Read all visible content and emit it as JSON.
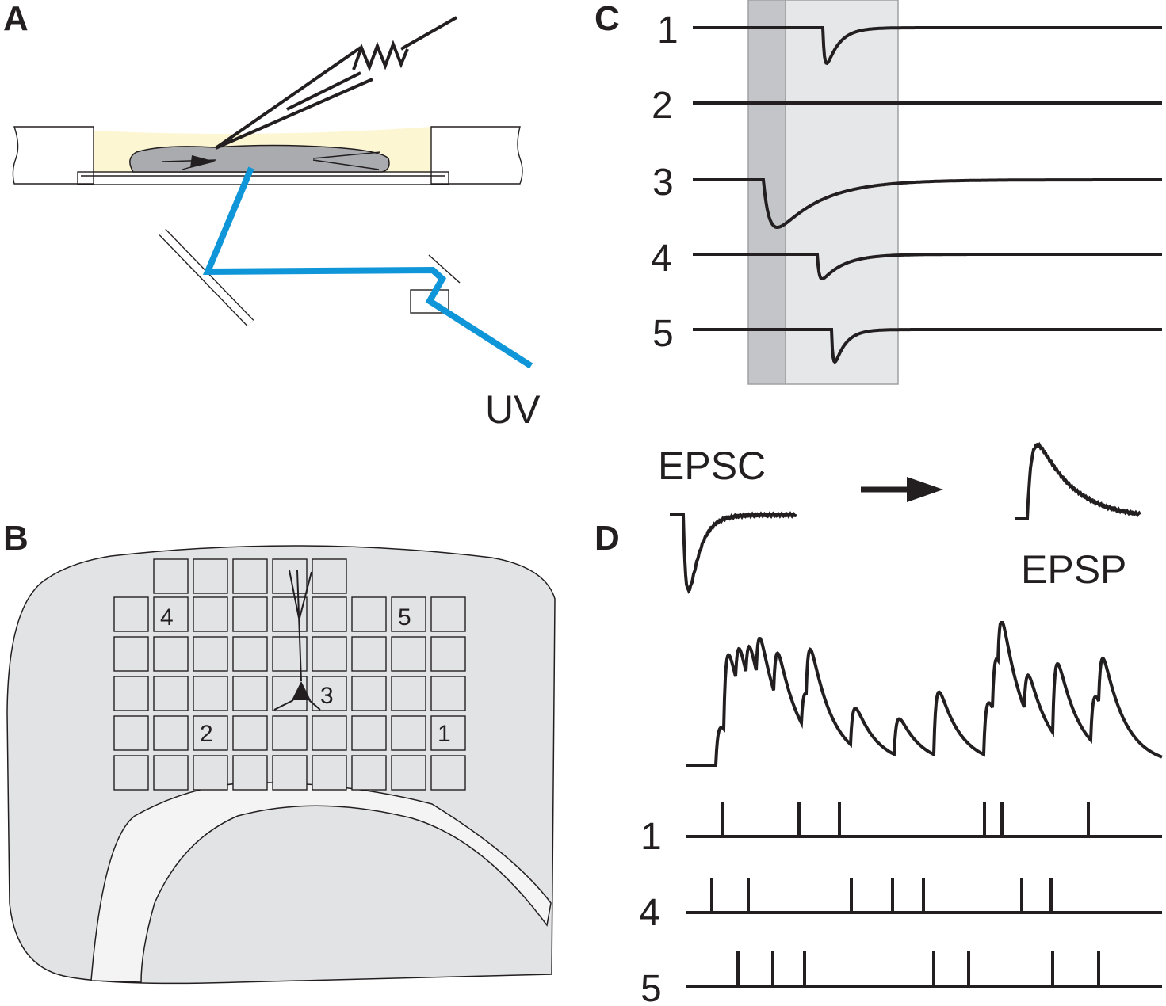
{
  "panels": {
    "a": {
      "label": "A",
      "uv_label": "UV"
    },
    "b": {
      "label": "B",
      "site_labels": [
        "4",
        "5",
        "3",
        "2",
        "1"
      ]
    },
    "c": {
      "label": "C",
      "trace_labels": [
        "1",
        "2",
        "3",
        "4",
        "5"
      ]
    },
    "d": {
      "label": "D",
      "epsc_label": "EPSC",
      "epsp_label": "EPSP",
      "raster_labels": [
        "1",
        "4",
        "5"
      ]
    }
  },
  "colors": {
    "ink": "#231f20",
    "uv_beam": "#0f96d8",
    "bath": "#fdf6d3",
    "tissue": "#a9abae",
    "slice": "#e2e3e5",
    "shade_dark": "#c4c5c8",
    "shade_light": "#e6e7e9"
  }
}
